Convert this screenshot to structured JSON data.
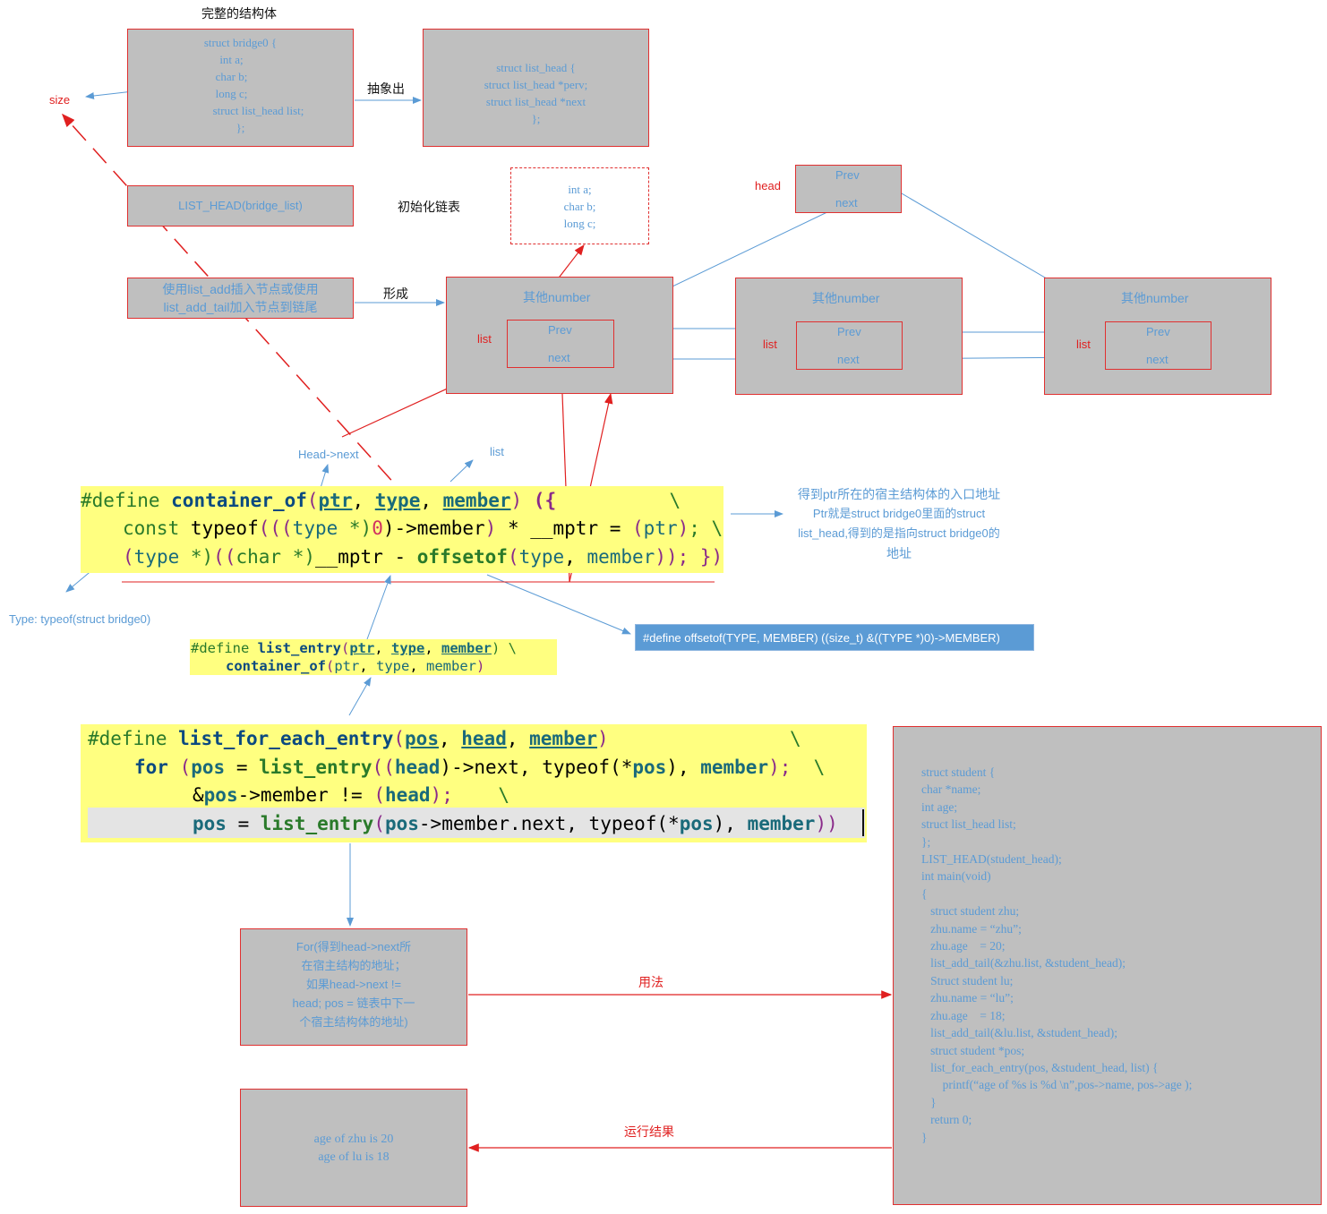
{
  "title_struct": "完整的结构体",
  "bridge0_code": [
    "struct bridge0 {",
    "int a;",
    "char b;",
    "long c;",
    "struct list_head list;",
    "};"
  ],
  "size_label": "size",
  "abstract_label": "抽象出",
  "list_head_code": [
    "struct list_head {",
    "struct list_head *perv;",
    "struct list_head *next",
    "};"
  ],
  "list_head_macro": "LIST_HEAD(bridge_list)",
  "init_label": "初始化链表",
  "members_code": [
    "int a;",
    "char b;",
    "long c;"
  ],
  "insert_text": [
    "使用list_add插入节点或使用",
    "list_add_tail加入节点到链尾"
  ],
  "form_label": "形成",
  "head_label": "head",
  "node_prev": "Prev",
  "node_next": "next",
  "other_number": "其他number",
  "list_label": "list",
  "head_next_label": "Head->next",
  "list_arrow_label": "list",
  "container_of": {
    "line1": [
      "#define ",
      "container_of",
      "(",
      "ptr",
      ", ",
      "type",
      ", ",
      "member",
      ") ",
      "({",
      "          \\"
    ],
    "line2": [
      "const ",
      "typeof",
      "(",
      "((",
      "type",
      " *)",
      "0",
      ")->",
      "member",
      ")",
      " * __mptr = ",
      "(",
      "ptr",
      ")",
      "; \\"
    ],
    "line3": [
      "(",
      "type",
      " *)",
      "((",
      "char",
      " *)",
      "__mptr - ",
      "offsetof",
      "(",
      "type",
      ", ",
      "member",
      ")",
      "); })"
    ]
  },
  "container_desc": [
    "得到ptr所在的宿主结构体的入口地址",
    "Ptr就是struct bridge0里面的struct",
    "list_head,得到的是指向struct bridge0的",
    "地址"
  ],
  "type_label": "Type: typeof(struct bridge0)",
  "offsetof_def": "#define offsetof(TYPE, MEMBER) ((size_t) &((TYPE *)0)->MEMBER)",
  "list_entry": {
    "line1": [
      "#define ",
      "list_entry",
      "(",
      "ptr",
      ", ",
      "type",
      ", ",
      "member",
      ") \\"
    ],
    "line2": [
      "container_of",
      "(",
      "ptr",
      ", ",
      "type",
      ", ",
      "member",
      ")"
    ]
  },
  "for_each": {
    "line1": [
      "#define ",
      "list_for_each_entry",
      "(",
      "pos",
      ", ",
      "head",
      ", ",
      "member",
      ")",
      "                \\"
    ],
    "line2": [
      "for ",
      "(",
      "pos",
      " = ",
      "list_entry",
      "((",
      "head",
      ")->next, typeof(*",
      "pos",
      "), ",
      "member",
      ");",
      "  \\"
    ],
    "line3": [
      "&",
      "pos",
      "->member != ",
      "(",
      "head",
      ");",
      "    \\"
    ],
    "line4": [
      "pos",
      " = ",
      "list_entry",
      "(",
      "pos",
      "->member.next, typeof(*",
      "pos",
      "), ",
      "member",
      "))"
    ]
  },
  "for_desc": [
    "For(得到head->next所",
    "在宿主结构的地址；",
    "如果head->next !=",
    "head; pos = 链表中下一",
    "个宿主结构体的地址)"
  ],
  "usage_label": "用法",
  "result_label": "运行结果",
  "result_text": [
    "age of zhu is 20",
    "age of lu is 18"
  ],
  "student_code": [
    "struct student {",
    "char *name;",
    "int age;",
    "struct list_head list;",
    "};",
    "LIST_HEAD(student_head);",
    "int main(void)",
    "{",
    "   struct student zhu;",
    "   zhu.name = “zhu”;",
    "   zhu.age    = 20;",
    "   list_add_tail(&zhu.list, &student_head);",
    "   Struct student lu;",
    "   zhu.name = “lu”;",
    "   zhu.age    = 18;",
    "   list_add_tail(&lu.list, &student_head);",
    "   struct student *pos;",
    "   list_for_each_entry(pos, &student_head, list) {",
    "       printf(“age of %s is %d \\n”,pos->name, pos->age );",
    "   }",
    "   return 0;",
    "}"
  ],
  "colors": {
    "box": "#bfbfbf",
    "border": "#e03030",
    "blue": "#5b9bd5",
    "red": "#e02020",
    "yellow": "#ffff80",
    "offsetof_bg": "#5b9bd5"
  }
}
